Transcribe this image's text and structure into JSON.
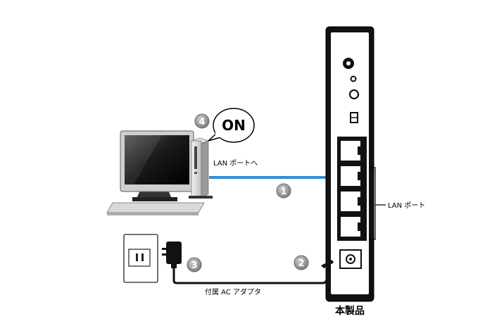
{
  "labels": {
    "lan_to": "LAN ポートへ",
    "lan_port": "LAN ポート",
    "adapter": "付属 AC アダプタ",
    "product": "本製品",
    "on": "ON"
  },
  "steps": [
    {
      "number": "1"
    },
    {
      "number": "2"
    },
    {
      "number": "3"
    },
    {
      "number": "4"
    }
  ],
  "icons": {
    "pc": "desktop-computer-icon",
    "router": "router-device-icon",
    "outlet": "wall-outlet-icon",
    "adapter": "ac-adapter-icon"
  },
  "colors": {
    "lan_cable": "#2f8fd6",
    "step_badge": "#9a9a9a",
    "device": "#111111"
  }
}
